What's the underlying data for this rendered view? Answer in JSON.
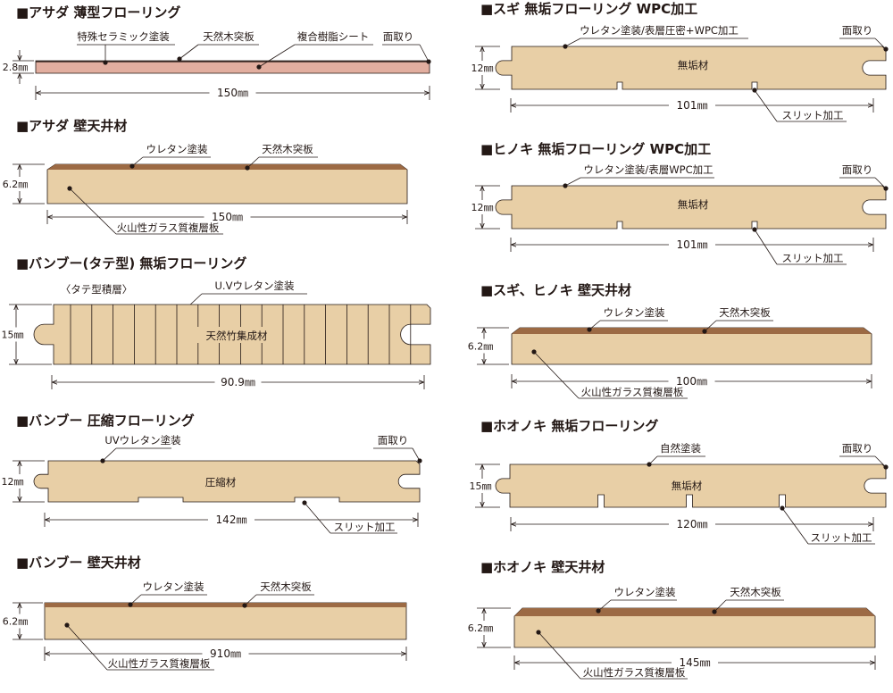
{
  "colors": {
    "wood": "#e8cfa6",
    "veneer": "#9c6a44",
    "pink": "#e2ae9f",
    "outline": "#231815"
  },
  "sections": [
    {
      "title": "■アサダ 薄型フローリング",
      "labels": [
        "特殊セラミック塗装",
        "天然木突板",
        "複合樹脂シート",
        "面取り"
      ],
      "thickness": "2.8㎜",
      "width": "150㎜"
    },
    {
      "title": "■アサダ 壁天井材",
      "labels": [
        "ウレタン塗装",
        "天然木突板",
        "火山性ガラス質複層板"
      ],
      "thickness": "6.2㎜",
      "width": "150㎜"
    },
    {
      "title": "■バンブー(タテ型) 無垢フローリング",
      "labels": [
        "〈タテ型積層〉",
        "U.Vウレタン塗装",
        "天然竹集成材"
      ],
      "thickness": "15㎜",
      "width": "90.9㎜"
    },
    {
      "title": "■バンブー 圧縮フローリング",
      "labels": [
        "UVウレタン塗装",
        "面取り",
        "圧縮材",
        "スリット加工"
      ],
      "thickness": "12㎜",
      "width": "142㎜"
    },
    {
      "title": "■バンブー 壁天井材",
      "labels": [
        "ウレタン塗装",
        "天然木突板",
        "火山性ガラス質複層板"
      ],
      "thickness": "6.2㎜",
      "width": "910㎜"
    },
    {
      "title": "■スギ 無垢フローリング WPC加工",
      "labels": [
        "ウレタン塗装/表層圧密+WPC加工",
        "面取り",
        "無垢材",
        "スリット加工"
      ],
      "thickness": "12㎜",
      "width": "101㎜"
    },
    {
      "title": "■ヒノキ 無垢フローリング WPC加工",
      "labels": [
        "ウレタン塗装/表層WPC加工",
        "面取り",
        "無垢材",
        "スリット加工"
      ],
      "thickness": "12㎜",
      "width": "101㎜"
    },
    {
      "title": "■スギ、ヒノキ 壁天井材",
      "labels": [
        "ウレタン塗装",
        "天然木突板",
        "火山性ガラス質複層板"
      ],
      "thickness": "6.2㎜",
      "width": "100㎜"
    },
    {
      "title": "■ホオノキ 無垢フローリング",
      "labels": [
        "自然塗装",
        "面取り",
        "無垢材",
        "スリット加工"
      ],
      "thickness": "15㎜",
      "width": "120㎜"
    },
    {
      "title": "■ホオノキ 壁天井材",
      "labels": [
        "ウレタン塗装",
        "天然木突板",
        "火山性ガラス質複層板"
      ],
      "thickness": "6.2㎜",
      "width": "145㎜"
    }
  ]
}
